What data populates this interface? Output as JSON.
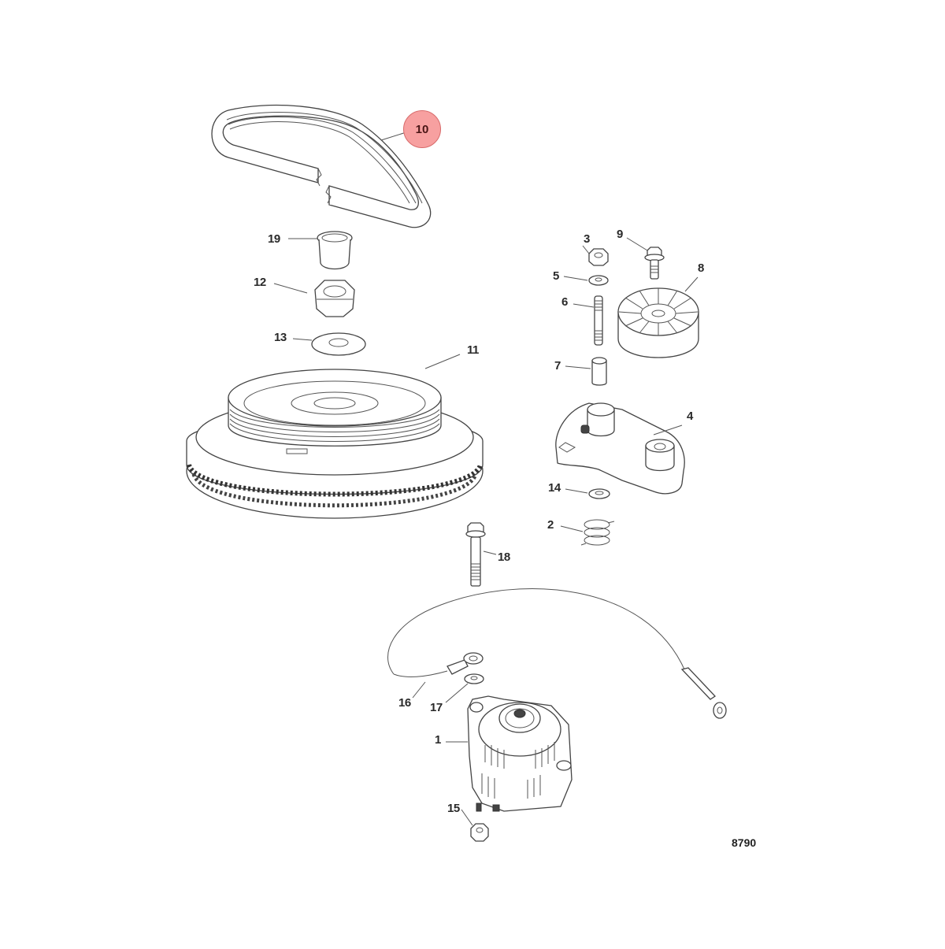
{
  "diagram": {
    "type": "exploded-parts-diagram",
    "subject": "Alternator, flywheel and belt tensioner assembly",
    "figure_number": "8790",
    "highlighted_part": "10",
    "highlight_color": "#f7a0a0",
    "highlight_border": "#d86a6a",
    "parts": [
      {
        "ref": "1",
        "label": "1",
        "component": "alternator"
      },
      {
        "ref": "2",
        "label": "2",
        "component": "spring"
      },
      {
        "ref": "3",
        "label": "3",
        "component": "nut"
      },
      {
        "ref": "4",
        "label": "4",
        "component": "tensioner-bracket"
      },
      {
        "ref": "5",
        "label": "5",
        "component": "washer"
      },
      {
        "ref": "6",
        "label": "6",
        "component": "stud"
      },
      {
        "ref": "7",
        "label": "7",
        "component": "spacer"
      },
      {
        "ref": "8",
        "label": "8",
        "component": "idler-pulley"
      },
      {
        "ref": "9",
        "label": "9",
        "component": "bolt"
      },
      {
        "ref": "10",
        "label": "10",
        "component": "serpentine-belt"
      },
      {
        "ref": "11",
        "label": "11",
        "component": "flywheel-pulley"
      },
      {
        "ref": "12",
        "label": "12",
        "component": "flywheel-nut"
      },
      {
        "ref": "13",
        "label": "13",
        "component": "flywheel-washer"
      },
      {
        "ref": "14",
        "label": "14",
        "component": "washer"
      },
      {
        "ref": "15",
        "label": "15",
        "component": "nut"
      },
      {
        "ref": "16",
        "label": "16",
        "component": "ground-cable"
      },
      {
        "ref": "17",
        "label": "17",
        "component": "washer"
      },
      {
        "ref": "18",
        "label": "18",
        "component": "bolt"
      },
      {
        "ref": "19",
        "label": "19",
        "component": "bushing"
      }
    ]
  }
}
